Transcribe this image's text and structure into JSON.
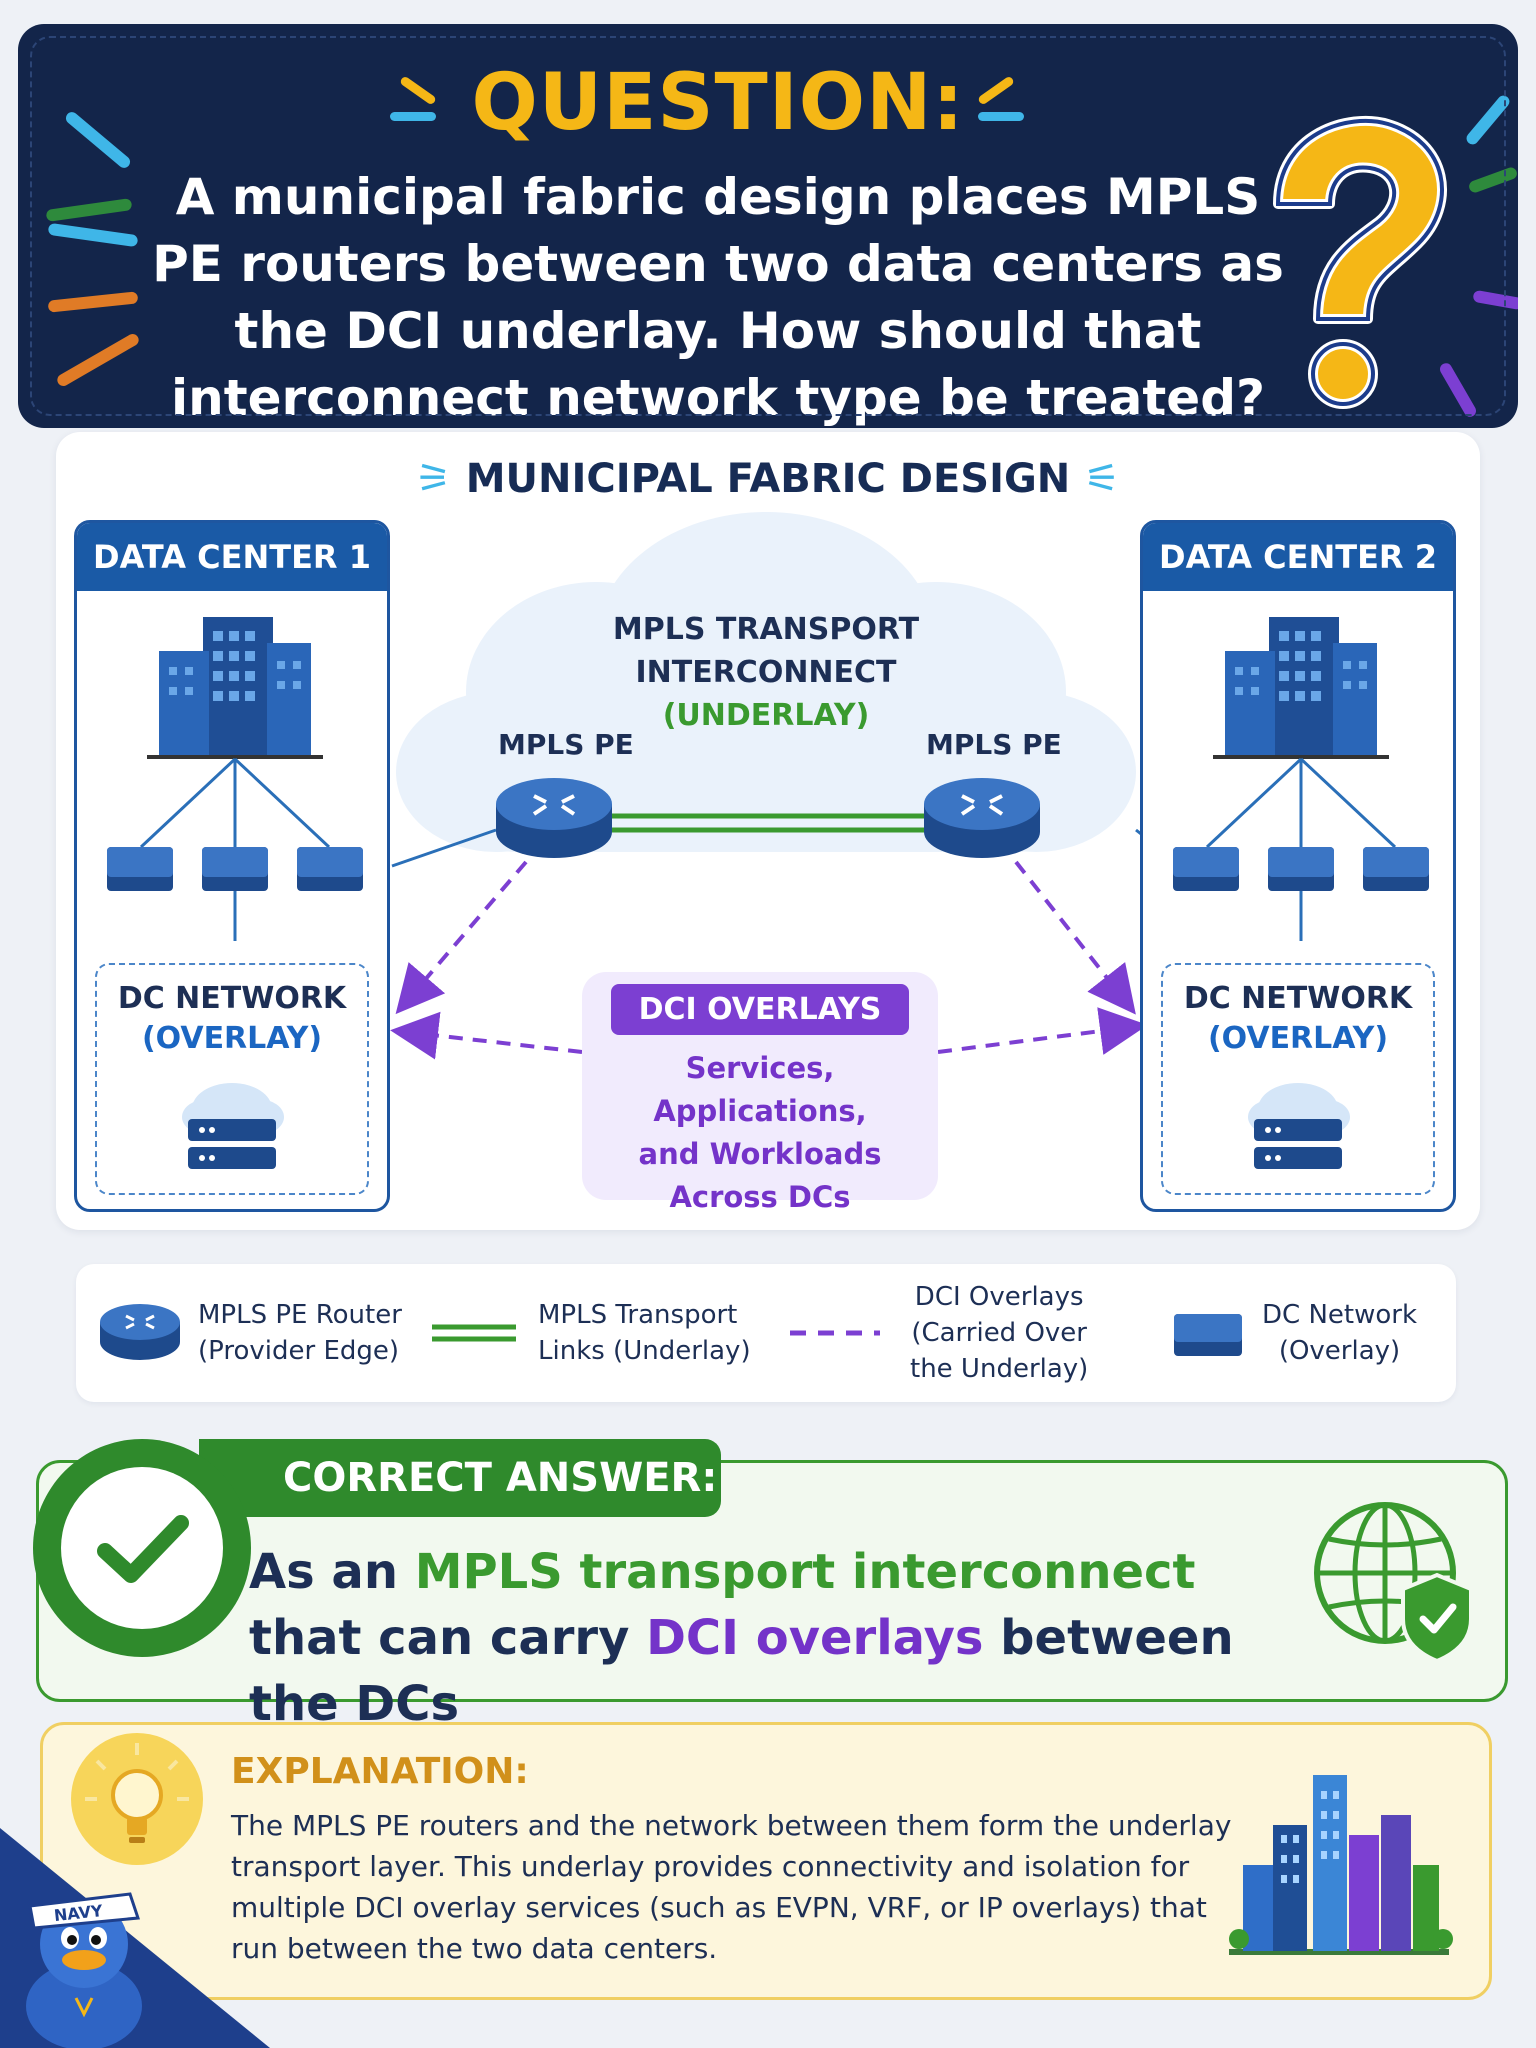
{
  "question": {
    "title": "QUESTION:",
    "text": "A municipal fabric design places MPLS PE routers between two data centers as the DCI underlay. How should that interconnect network type be treated?"
  },
  "diagram": {
    "title": "MUNICIPAL FABRIC DESIGN",
    "dc1": {
      "title": "DATA CENTER 1",
      "net_label": "DC NETWORK",
      "net_sub": "(OVERLAY)"
    },
    "dc2": {
      "title": "DATA CENTER 2",
      "net_label": "DC NETWORK",
      "net_sub": "(OVERLAY)"
    },
    "cloud": {
      "line1": "MPLS TRANSPORT",
      "line2": "INTERCONNECT",
      "line3": "(UNDERLAY)"
    },
    "pe_left": "MPLS PE",
    "pe_right": "MPLS PE",
    "overlay": {
      "badge": "DCI OVERLAYS",
      "line1": "Services, Applications,",
      "line2": "and Workloads",
      "line3": "Across DCs"
    }
  },
  "legend": {
    "pe": {
      "line1": "MPLS PE Router",
      "line2": "(Provider Edge)"
    },
    "transport": {
      "line1": "MPLS Transport",
      "line2": "Links (Underlay)"
    },
    "overlay": {
      "line1": "DCI Overlays",
      "line2": "(Carried Over",
      "line3": "the Underlay)"
    },
    "dcnet": {
      "line1": "DC Network",
      "line2": "(Overlay)"
    }
  },
  "answer": {
    "label": "CORRECT ANSWER:",
    "part1": "As an ",
    "highlight1": "MPLS transport interconnect",
    "part2": " that can carry ",
    "highlight2": "DCI overlays",
    "part3": " between the DCs"
  },
  "explanation": {
    "title": "EXPLANATION:",
    "text": "The MPLS PE routers and the network between them form the underlay transport layer. This underlay provides connectivity and isolation for multiple DCI overlay services (such as EVPN, VRF, or IP overlays) that run between the two data centers."
  },
  "mascot": {
    "cap_text": "NAVY"
  },
  "colors": {
    "navy": "#13254a",
    "gold": "#f5b716",
    "blue": "#1a5aa6",
    "green": "#3a9a2f",
    "purple": "#7c3fd2",
    "amber": "#d1901a"
  },
  "icons": [
    "question-mark-icon",
    "building-icon",
    "switch-icon",
    "router-icon",
    "cloud-server-icon",
    "check-icon",
    "globe-shield-icon",
    "lightbulb-icon",
    "city-skyline-icon",
    "duck-mascot-icon"
  ]
}
